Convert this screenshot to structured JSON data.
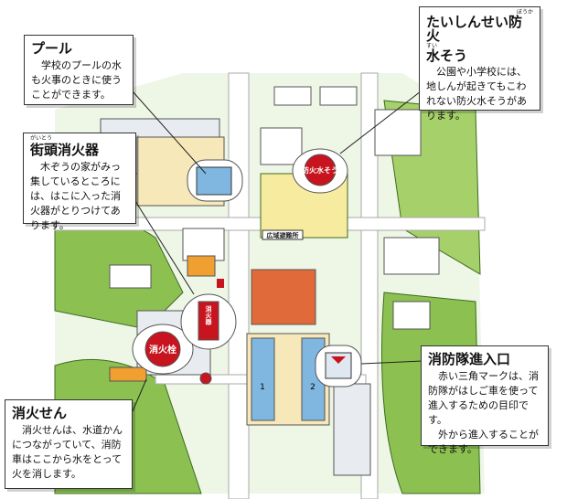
{
  "callouts": {
    "pool": {
      "title": "プール",
      "text": "学校のプールの水も火事のときに使うことができます。"
    },
    "extinguisher": {
      "title_ruby": "がいとう",
      "title": "街頭消火器",
      "text": "木ぞうの家がみっ集しているところには、はこに入った消火器がとりつけてあります。"
    },
    "cistern": {
      "title_line1": "たいしんせい防火",
      "title_ruby1": "ぼうか",
      "title_ruby2": "すい",
      "title_line2": "水そう",
      "text": "公園や小学校には、地しんが起きてもこわれない防火水そうがあります。"
    },
    "entrance": {
      "title": "消防隊進入口",
      "text1": "赤い三角マークは、消防隊がはしご車を使って進入するための目印です。",
      "text2": "外から進入することができます。"
    },
    "hydrant": {
      "title": "消火せん",
      "text": "消火せんは、水道かんにつながっていて、消防車はここから水をとって火を消します。"
    }
  },
  "map_labels": {
    "cistern_sign": "防火水そう",
    "hydrant_sign": "消火栓",
    "extinguisher_sign": "消火器",
    "shelter_sign": "広域避難所",
    "court_1": "1",
    "court_2": "2"
  },
  "colors": {
    "sign_red": "#c8141e",
    "grass": "#8cc152",
    "ground": "#fbf3cf",
    "road": "#ffffff",
    "roof_orange": "#f0a030",
    "water": "#7fb7e0"
  }
}
